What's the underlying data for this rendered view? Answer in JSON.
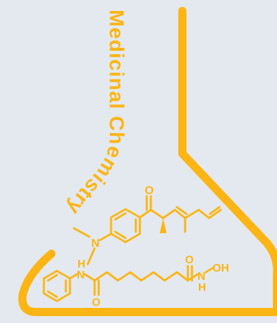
{
  "logo": {
    "text": "Medicinal Chemistry",
    "color": "#fdb515",
    "background": "#e3e9ef"
  },
  "molecules": {
    "top": {
      "atoms": {
        "nitrogen": "N",
        "oxygen": "O"
      }
    },
    "bottom": {
      "atoms": {
        "amide_h": "H",
        "amide_n": "N",
        "carbonyl_o_left": "O",
        "carbonyl_o_right": "O",
        "hydroxamic_n": "N",
        "hydroxamic_h": "H",
        "hydroxyl": "OH"
      }
    }
  }
}
